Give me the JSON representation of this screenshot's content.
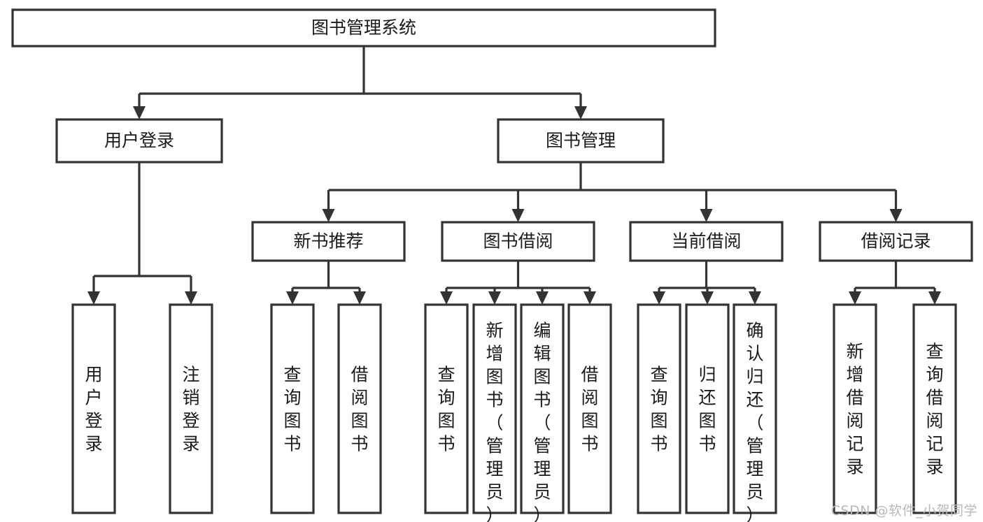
{
  "diagram": {
    "type": "tree",
    "title": "图书管理系统",
    "watermark": "CSDN @软件_小贺同学",
    "colors": {
      "stroke": "#333333",
      "fill": "#ffffff",
      "text": "#1a1a1a",
      "watermark": "#b9b9b9",
      "background": "#ffffff"
    },
    "nodes": {
      "root": {
        "label": "图书管理系统",
        "orientation": "horizontal"
      },
      "level2": [
        {
          "id": "user-login",
          "label": "用户登录",
          "orientation": "horizontal"
        },
        {
          "id": "book-management",
          "label": "图书管理",
          "orientation": "horizontal"
        }
      ],
      "level3": [
        {
          "id": "new-book-recommend",
          "label": "新书推荐",
          "orientation": "horizontal"
        },
        {
          "id": "book-borrow",
          "label": "图书借阅",
          "orientation": "horizontal"
        },
        {
          "id": "current-borrow",
          "label": "当前借阅",
          "orientation": "horizontal"
        },
        {
          "id": "borrow-record",
          "label": "借阅记录",
          "orientation": "horizontal"
        }
      ],
      "leaves": {
        "user-login": [
          {
            "id": "leaf-user-login",
            "label": "用户登录",
            "orientation": "vertical"
          },
          {
            "id": "leaf-logout",
            "label": "注销登录",
            "orientation": "vertical"
          }
        ],
        "new-book-recommend": [
          {
            "id": "leaf-query-book-1",
            "label": "查询图书",
            "orientation": "vertical"
          },
          {
            "id": "leaf-borrow-book-1",
            "label": "借阅图书",
            "orientation": "vertical"
          }
        ],
        "book-borrow": [
          {
            "id": "leaf-query-book-2",
            "label": "查询图书",
            "orientation": "vertical"
          },
          {
            "id": "leaf-add-book",
            "label": "新增图书（管理员）",
            "orientation": "vertical"
          },
          {
            "id": "leaf-edit-book",
            "label": "编辑图书（管理员）",
            "orientation": "vertical"
          },
          {
            "id": "leaf-borrow-book-2",
            "label": "借阅图书",
            "orientation": "vertical"
          }
        ],
        "current-borrow": [
          {
            "id": "leaf-query-book-3",
            "label": "查询图书",
            "orientation": "vertical"
          },
          {
            "id": "leaf-return-book",
            "label": "归还图书",
            "orientation": "vertical"
          },
          {
            "id": "leaf-confirm-return",
            "label": "确认归还（管理员）",
            "orientation": "vertical"
          }
        ],
        "borrow-record": [
          {
            "id": "leaf-add-record",
            "label": "新增借阅记录",
            "orientation": "vertical"
          },
          {
            "id": "leaf-query-record",
            "label": "查询借阅记录",
            "orientation": "vertical"
          }
        ]
      }
    }
  }
}
